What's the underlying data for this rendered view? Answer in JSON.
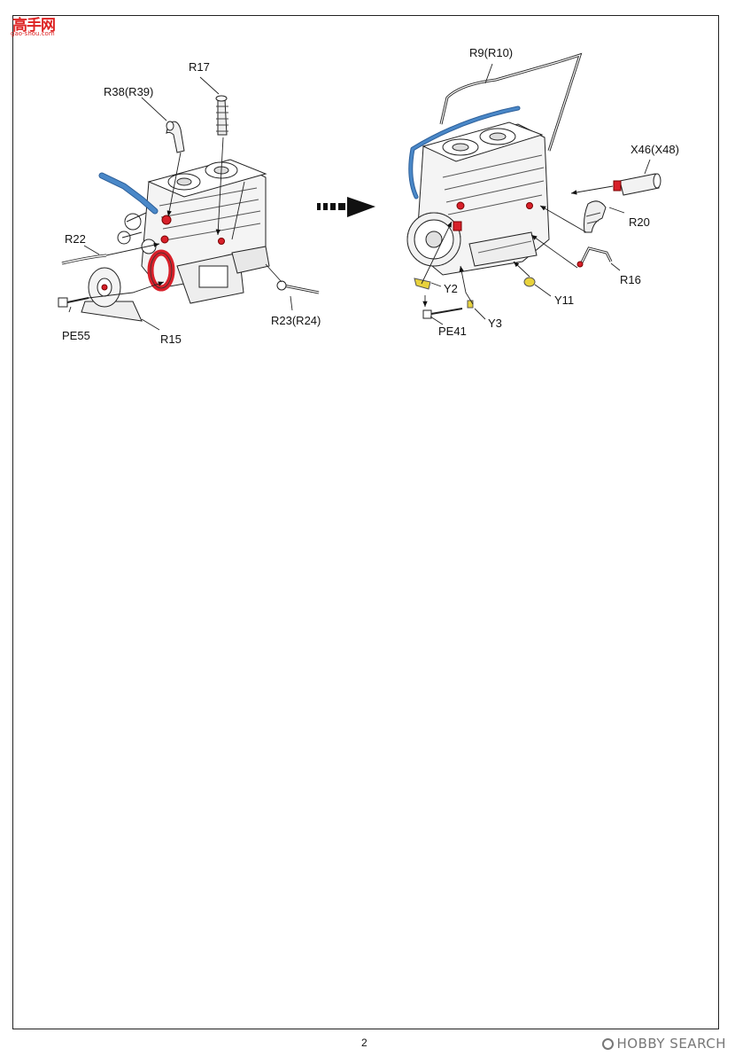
{
  "logo": {
    "brand": "高手网",
    "url_text": "gao-shou.com"
  },
  "page_number": "2",
  "watermark": "HOBBY SEARCH",
  "colors": {
    "blue_part": "#4a88c8",
    "red_part": "#d8202a",
    "yellow_part": "#e8d23c"
  },
  "left_assembly": {
    "labels": {
      "r17": "R17",
      "r38": "R38(R39)",
      "r22": "R22",
      "pe55": "PE55",
      "r15": "R15",
      "r23": "R23(R24)"
    }
  },
  "right_assembly": {
    "labels": {
      "r9": "R9(R10)",
      "x46": "X46(X48)",
      "r20": "R20",
      "r16": "R16",
      "y2": "Y2",
      "y11": "Y11",
      "y3": "Y3",
      "pe41": "PE41"
    }
  }
}
